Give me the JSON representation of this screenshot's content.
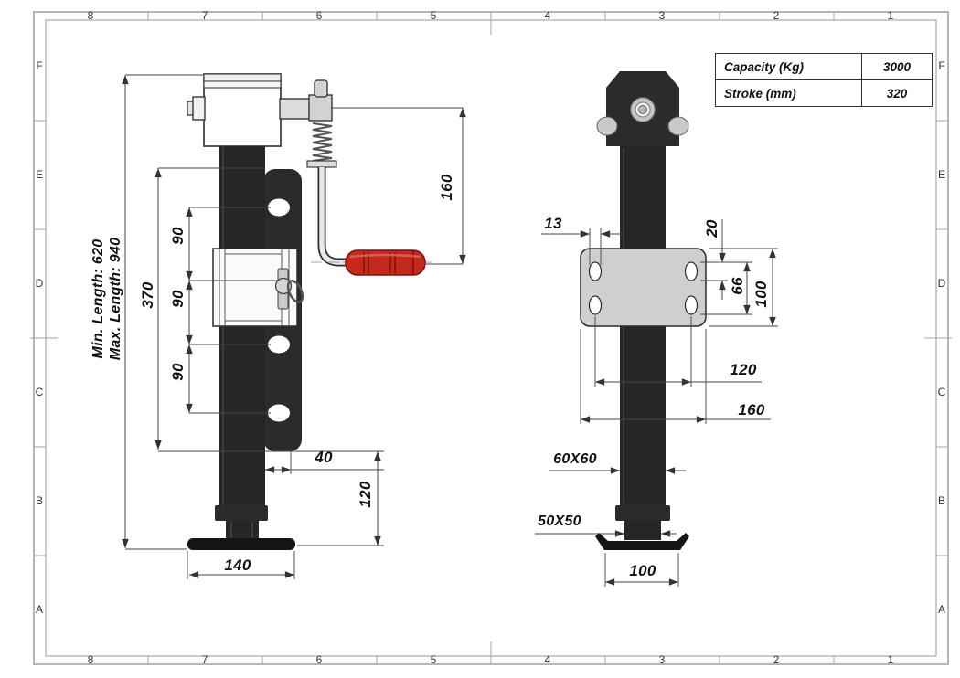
{
  "frame": {
    "cols": [
      "8",
      "7",
      "6",
      "5",
      "4",
      "3",
      "2",
      "1"
    ],
    "rows": [
      "F",
      "E",
      "D",
      "C",
      "B",
      "A"
    ]
  },
  "spec_table": {
    "rows": [
      {
        "label": "Capacity (Kg)",
        "value": "3000"
      },
      {
        "label": "Stroke (mm)",
        "value": "320"
      }
    ]
  },
  "side_view": {
    "length_note_min": "Min. Length: 620",
    "length_note_max": "Max. Length: 940",
    "dim_crank_height": "160",
    "dim_hole_spacing_1": "90",
    "dim_hole_spacing_2": "90",
    "dim_hole_spacing_3": "90",
    "dim_plate_length": "370",
    "dim_plate_offset": "40",
    "dim_drop_height": "120",
    "dim_foot_diameter": "140"
  },
  "front_view": {
    "dim_slot_width": "13",
    "dim_slot_length": "20",
    "dim_hole_span": "66",
    "dim_plate_height": "100",
    "dim_hole_spacing": "120",
    "dim_plate_width": "160",
    "label_outer_tube": "60X60",
    "label_inner_tube": "50X50",
    "dim_foot_width": "100"
  },
  "colors": {
    "tube_black": "#262626",
    "plate_gray": "#cfcfcf",
    "handle_red": "#c5291d",
    "dim_line": "#444444"
  }
}
